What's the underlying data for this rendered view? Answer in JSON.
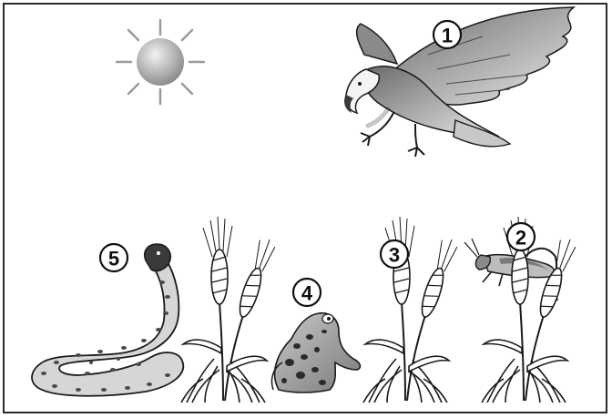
{
  "scene": {
    "organisms": [
      {
        "id": "eagle",
        "number": "1"
      },
      {
        "id": "grasshopper",
        "number": "2"
      },
      {
        "id": "wheat",
        "number": "3"
      },
      {
        "id": "frog",
        "number": "4"
      },
      {
        "id": "snake",
        "number": "5"
      }
    ]
  },
  "colors": {
    "outline": "#1a1a1a",
    "background": "#ffffff",
    "sun": "#b8b8b8"
  }
}
